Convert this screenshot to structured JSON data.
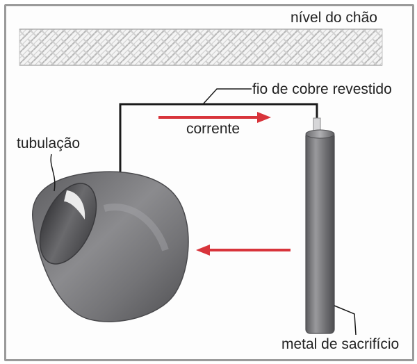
{
  "labels": {
    "ground_level": "nível do chão",
    "coated_copper_wire": "fio de cobre revestido",
    "current": "corrente",
    "pipe": "tubulação",
    "sacrificial_metal": "metal de sacrifício"
  },
  "colors": {
    "arrow": "#d8343b",
    "wire": "#1a1a1a",
    "pipe": "#6e6e70",
    "anode": "#727274",
    "ground_hatch": "#bdbdbd"
  }
}
